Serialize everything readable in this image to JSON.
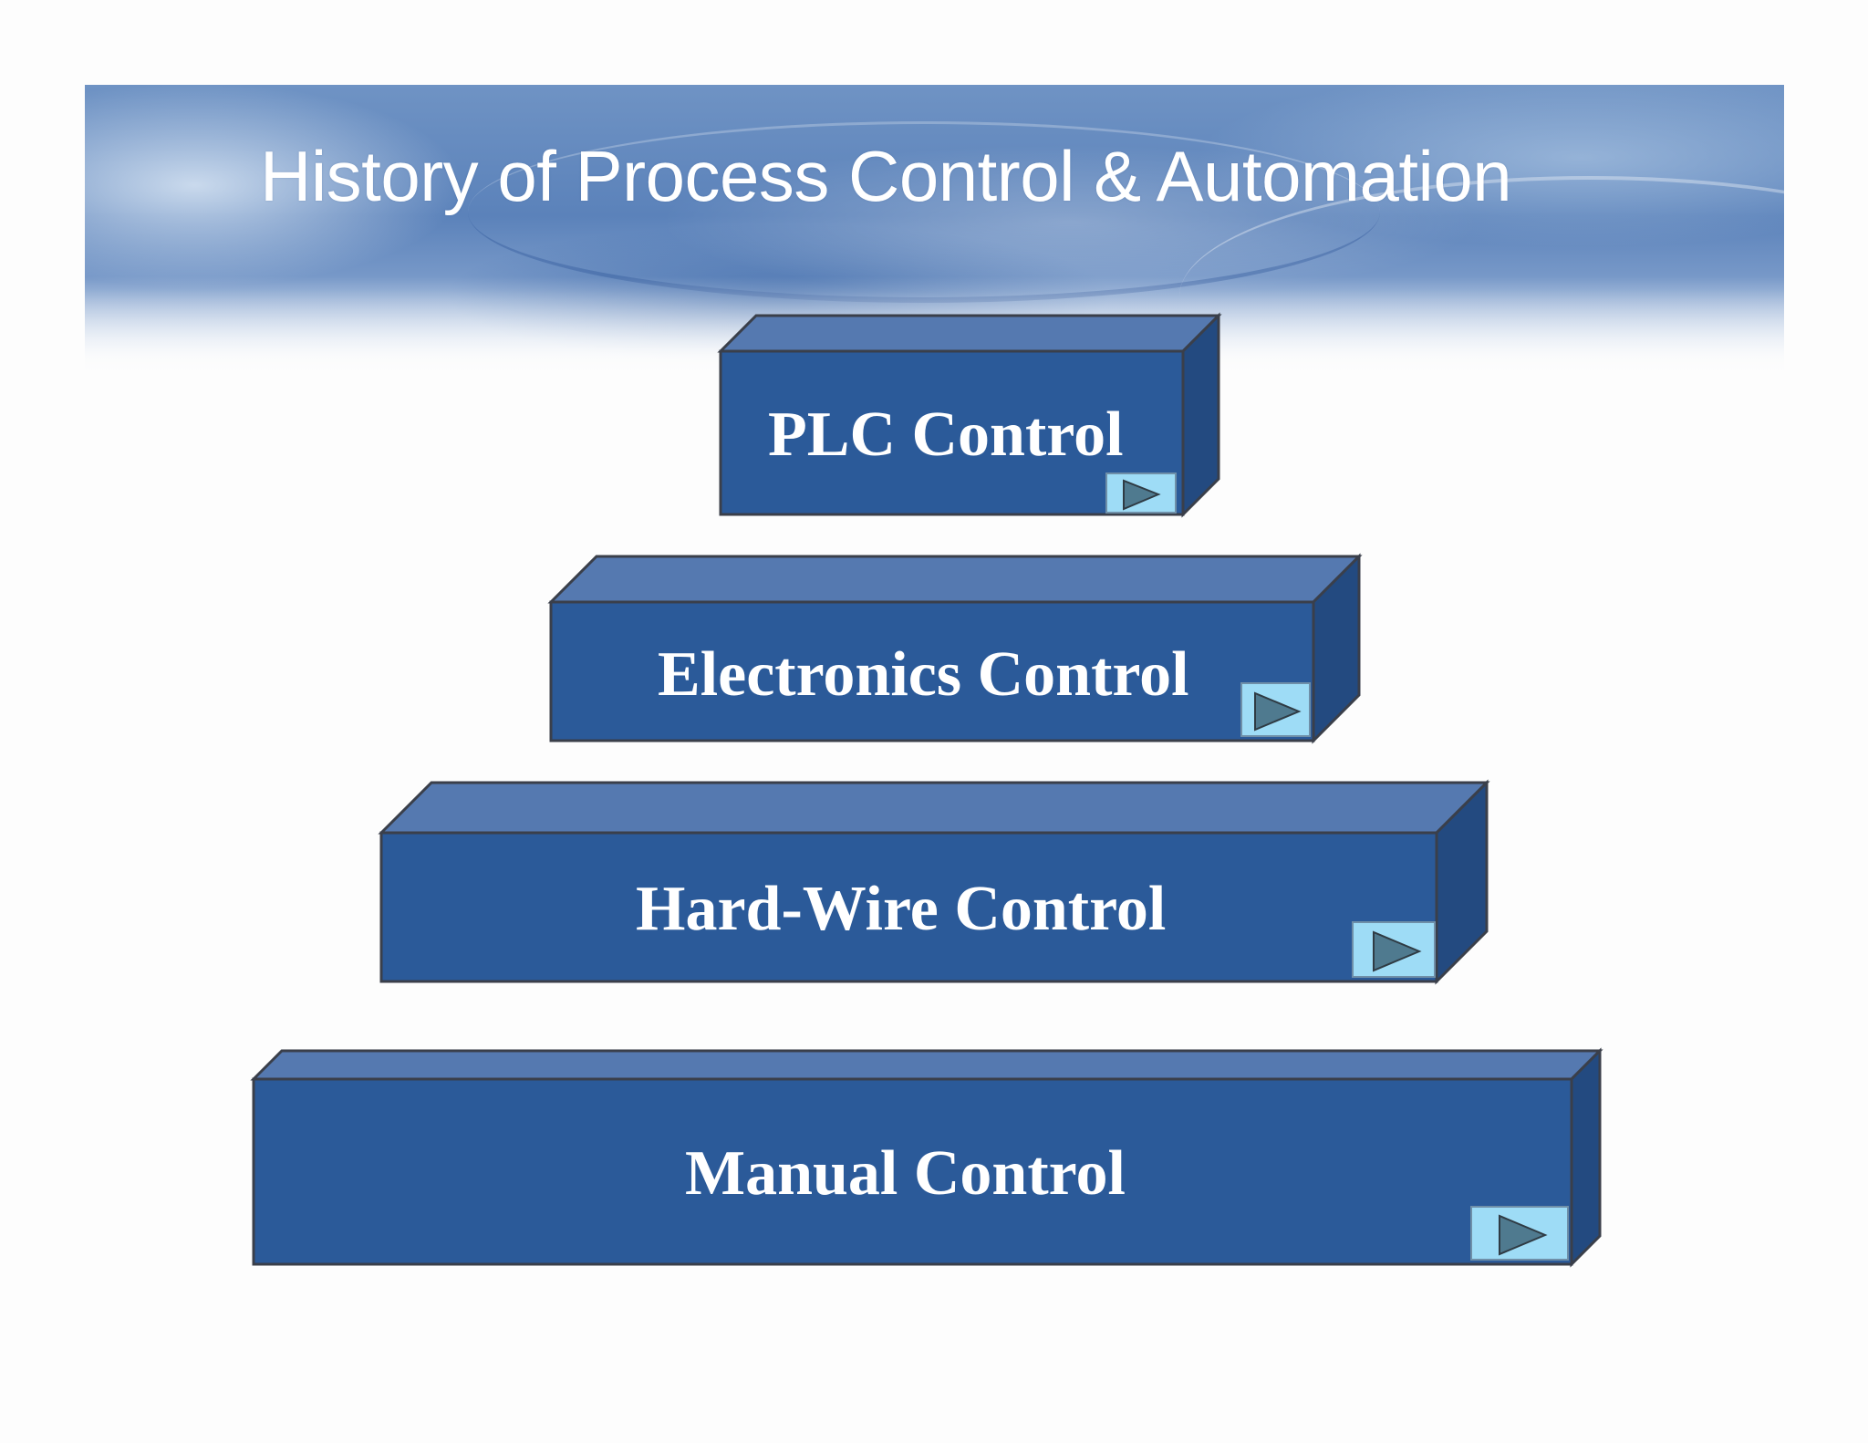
{
  "title": "History of Process Control & Automation",
  "colors": {
    "front": "#2b5a99",
    "top": "#5579b0",
    "side": "#234a80",
    "outline": "#3a3f4a",
    "button_fill": "#9edcf6",
    "triangle_fill": "#4f7a8f"
  },
  "blocks": [
    {
      "label": "PLC Control",
      "action_icon": "play-icon"
    },
    {
      "label": "Electronics Control",
      "action_icon": "play-icon"
    },
    {
      "label": "Hard-Wire Control",
      "action_icon": "play-icon"
    },
    {
      "label": "Manual Control",
      "action_icon": "play-icon"
    }
  ]
}
